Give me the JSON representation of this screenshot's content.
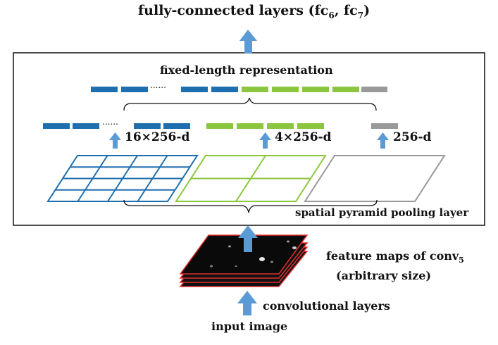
{
  "title": {
    "prefix": "fully-connected layers (fc",
    "sub1": "6",
    "mid": ", fc",
    "sub2": "7",
    "suffix": ")"
  },
  "spp_box": {
    "top_label": "fixed-length representation",
    "bottom_label": "spatial pyramid pooling layer"
  },
  "levels": [
    {
      "dim_label": "16×256-d",
      "grid": 4,
      "color": "#1f6fb0"
    },
    {
      "dim_label": "4×256-d",
      "grid": 2,
      "color": "#8cc63f"
    },
    {
      "dim_label": "256-d",
      "grid": 1,
      "color": "#999999"
    }
  ],
  "ellipsis": "......",
  "feature_maps": {
    "line1_prefix": "feature maps of conv",
    "line1_sub": "5",
    "line2": "(arbitrary size)"
  },
  "conv_label": "convolutional layers",
  "input_label": "input image",
  "colors": {
    "blue": "#1f6fb0",
    "green": "#8cc63f",
    "gray": "#999999",
    "arrow": "#5b9bd5",
    "fmap_border": "#e03030"
  }
}
